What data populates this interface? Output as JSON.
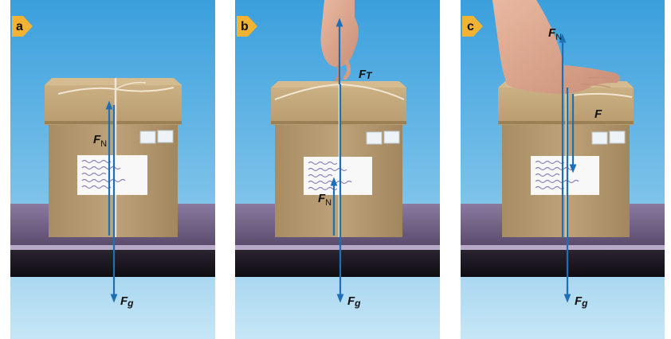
{
  "panels": [
    {
      "badge": "a",
      "labels": {
        "fn_main": "F",
        "fn_sub": "N",
        "fg_main": "F",
        "fg_sub": "g"
      }
    },
    {
      "badge": "b",
      "labels": {
        "ft_main": "F",
        "ft_sub": "T",
        "fn_main": "F",
        "fn_sub": "N",
        "fg_main": "F",
        "fg_sub": "g"
      }
    },
    {
      "badge": "c",
      "labels": {
        "fn_main": "F",
        "fn_sub": "N",
        "f_main": "F",
        "fg_main": "F",
        "fg_sub": "g"
      }
    }
  ],
  "colors": {
    "sky_top": "#3fa2dc",
    "sky_bottom": "#b9def2",
    "table_purple": "#7a6a8e",
    "table_dark": "#1a1620",
    "box": "#b79b6e",
    "box_lid": "#c6a97a",
    "arrow": "#1f6fb5",
    "badge": "#f2b233"
  }
}
